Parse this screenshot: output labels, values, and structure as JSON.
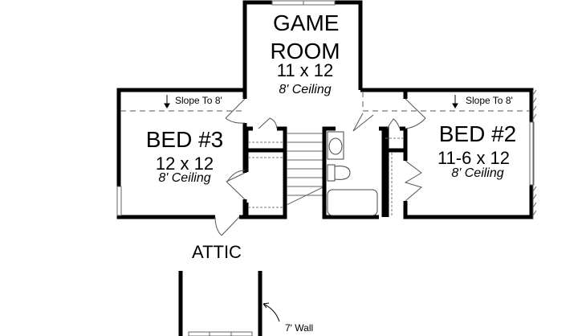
{
  "plan": {
    "rooms": [
      {
        "id": "game-room",
        "name_line1": "GAME",
        "name_line2": "ROOM",
        "dimensions": "11 x 12",
        "ceiling": "8' Ceiling"
      },
      {
        "id": "bed-3",
        "name": "BED #3",
        "dimensions": "12 x 12",
        "ceiling": "8' Ceiling"
      },
      {
        "id": "bed-2",
        "name": "BED #2",
        "dimensions": "11-6 x 12",
        "ceiling": "8' Ceiling"
      },
      {
        "id": "attic",
        "name": "ATTIC"
      }
    ],
    "annotations": {
      "slope_left": "Slope To 8'",
      "slope_right": "Slope To 8'",
      "wall_note": "7' Wall"
    },
    "colors": {
      "wall": "#000000",
      "line": "#555555",
      "background": "#ffffff"
    }
  }
}
